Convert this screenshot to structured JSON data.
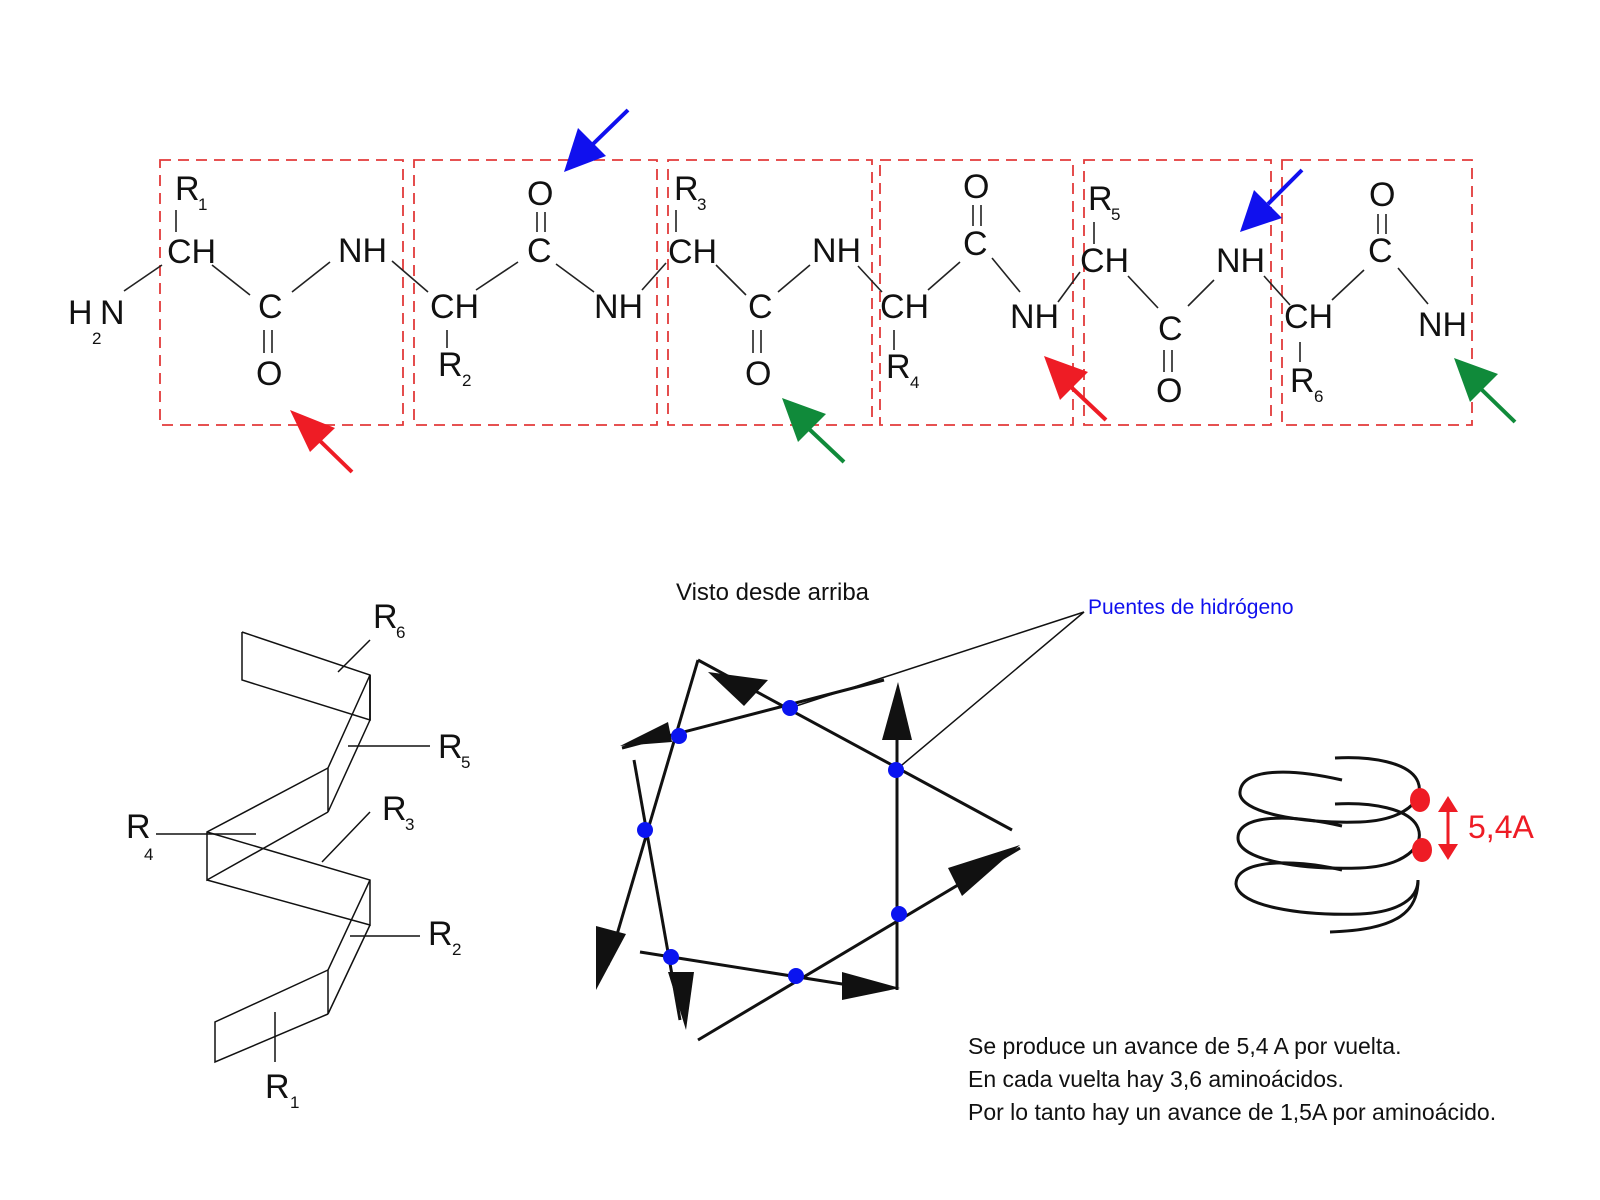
{
  "colors": {
    "red": "#ee1c25",
    "blue": "#1010ee",
    "green": "#108a3a",
    "box": "#e23a3a",
    "hbond_dot": "#0a14f0"
  },
  "peptide": {
    "amine": {
      "H": "H",
      "sub2": "2",
      "N": "N"
    },
    "ch_label": "CH",
    "c_label": "C",
    "o_label": "O",
    "nh_label": "NH",
    "r_label": "R",
    "r_subs": [
      "1",
      "2",
      "3",
      "4",
      "5",
      "6"
    ],
    "double_bond": "||"
  },
  "arrow_colors": [
    "red",
    "blue",
    "green",
    "red",
    "blue",
    "green"
  ],
  "helix_side": {
    "r_label": "R",
    "r_subs": [
      "6",
      "5",
      "4",
      "3",
      "2",
      "1"
    ]
  },
  "top_view": {
    "caption": "Visto desde arriba",
    "hbond_label": "Puentes de hidrógeno"
  },
  "spring": {
    "pitch_label": "5,4A"
  },
  "notes": [
    "Se produce un avance de 5,4 A por vuelta.",
    "En cada vuelta hay 3,6 aminoácidos.",
    "Por lo tanto hay un avance de 1,5A por aminoácido."
  ]
}
